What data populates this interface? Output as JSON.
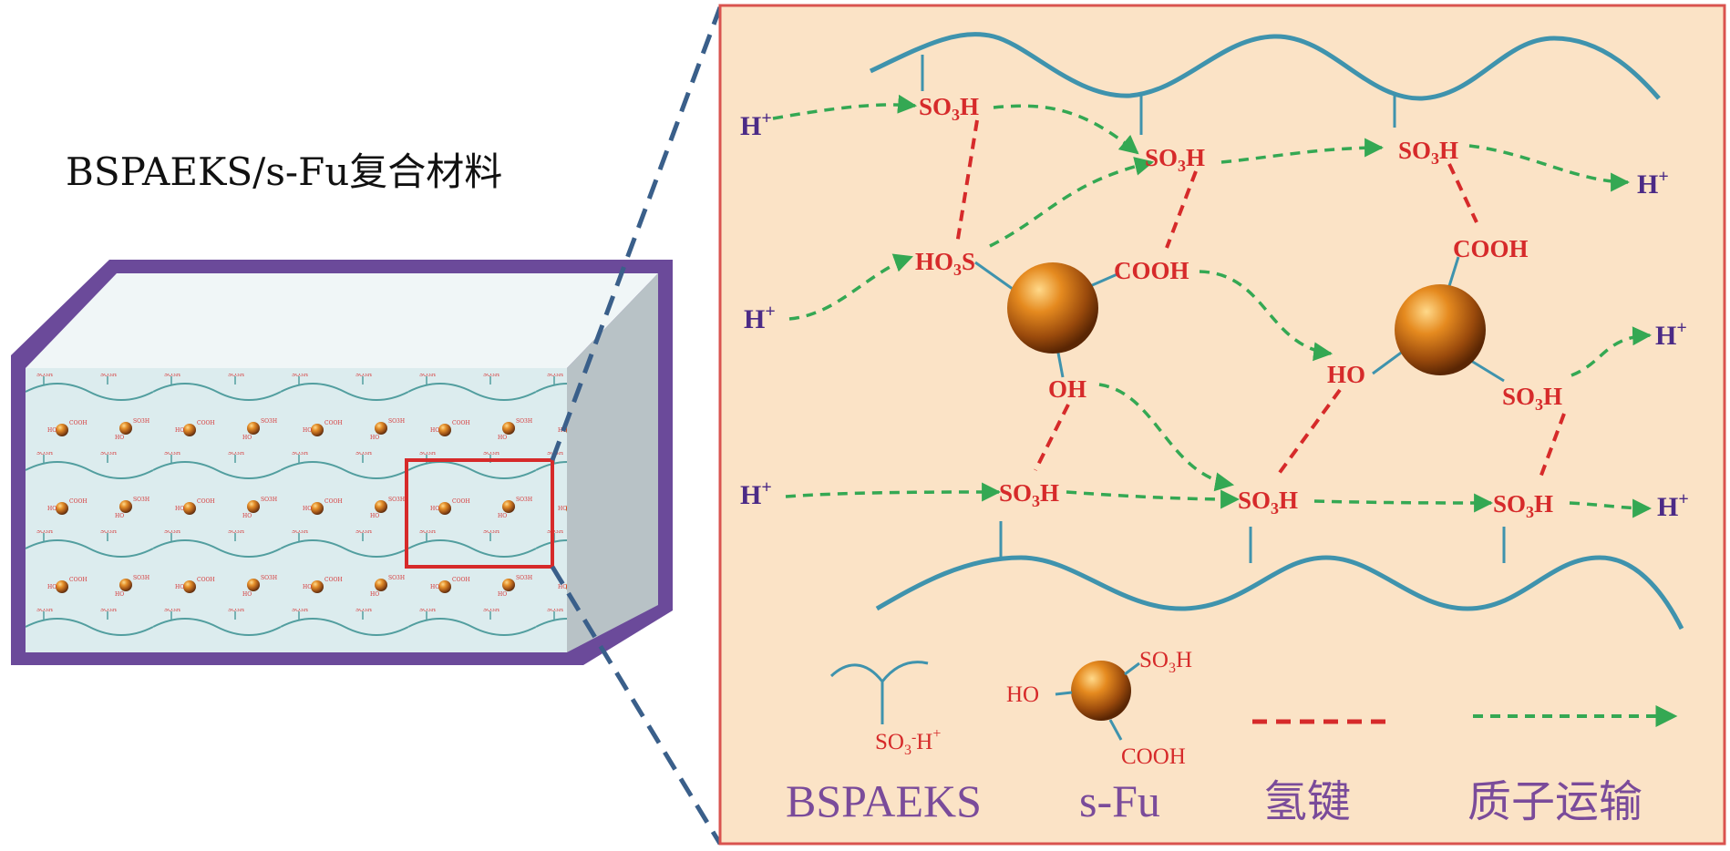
{
  "title": "BSPAEKS/s-Fu复合材料",
  "groups": {
    "so3h": "SO",
    "so3h_sub": "3",
    "so3h_end": "H",
    "ho3s_pre": "HO",
    "ho3s_sub": "3",
    "ho3s_end": "S",
    "cooh": "COOH",
    "oh": "OH",
    "ho": "HO"
  },
  "proton": {
    "base": "H",
    "sup": "+"
  },
  "legend": {
    "polymer_label": "BSPAEKS",
    "polymer_group": "SO",
    "polymer_group_sub": "3",
    "polymer_group_sup": "-",
    "polymer_group_end": "H",
    "polymer_group_end_sup": "+",
    "fu_label": "s-Fu",
    "fu_ho": "HO",
    "fu_so3h": "SO",
    "fu_so3h_sub": "3",
    "fu_so3h_end": "H",
    "fu_cooh": "COOH",
    "hbond_label": "氢键",
    "transport_label": "质子运输"
  },
  "colors": {
    "frame": "#d9534f",
    "panel_bg": "#fbe3c6",
    "polymer": "#3f93ad",
    "hbond": "#d62a2a",
    "transport": "#34a853",
    "label_purple": "#7a4b9a",
    "block_border": "#6b4a9a",
    "block_face": "#dcecee",
    "block_side": "#b8c2c6"
  }
}
